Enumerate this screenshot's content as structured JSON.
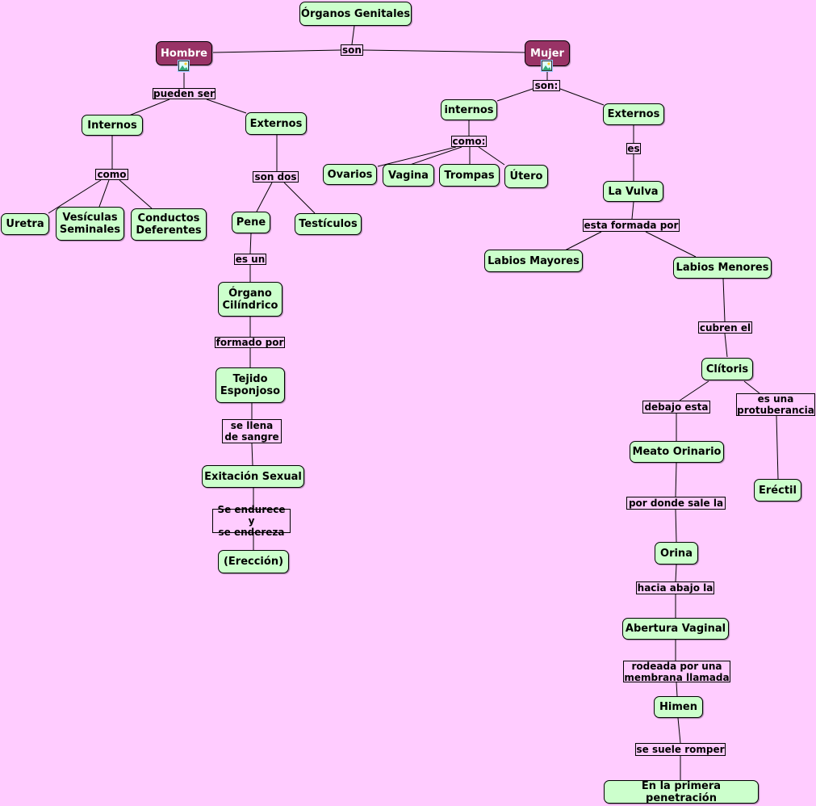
{
  "colors": {
    "background": "#ffccff",
    "node_fill": "#ccffcc",
    "root_node_fill": "#993366",
    "line": "#000000"
  },
  "nodes": {
    "organos": "Órganos Genitales",
    "hombre": "Hombre",
    "mujer": "Mujer",
    "h_internos": "Internos",
    "h_externos": "Externos",
    "uretra": "Uretra",
    "vesiculas": "Vesículas\nSeminales",
    "conductos": "Conductos\nDeferentes",
    "pene": "Pene",
    "testiculos": "Testículos",
    "organo_cil": "Órgano\nCilíndrico",
    "tejido": "Tejido\nEsponjoso",
    "exitacion": "Exitación Sexual",
    "ereccion": "(Erección)",
    "m_internos": "internos",
    "m_externos": "Externos",
    "ovarios": "Ovarios",
    "vagina": "Vagina",
    "trompas": "Trompas",
    "utero": "Útero",
    "vulva": "La Vulva",
    "labios_may": "Labios Mayores",
    "labios_men": "Labios Menores",
    "clitoris": "Clítoris",
    "meato": "Meato Orinario",
    "erectil": "Eréctil",
    "orina": "Orina",
    "abertura": "Abertura Vaginal",
    "himen": "Himen",
    "primera": "En la primera penetración"
  },
  "links": {
    "son": "son",
    "pueden_ser": "pueden ser",
    "son_colon": "son:",
    "como1": "como",
    "son_dos": "son dos",
    "como2": "como:",
    "es": "es",
    "es_un": "es un",
    "esta_formada": "esta formada por",
    "formado_por": "formado por",
    "cubren": "cubren el",
    "se_llena": "se llena\nde sangre",
    "debajo": "debajo esta",
    "protuberancia": "es una\nprotuberancia",
    "se_endurece": "Se endurece y\nse endereza",
    "por_donde": "por donde sale la",
    "hacia_abajo": "hacia abajo la",
    "rodeada": "rodeada por una\nmembrana llamada",
    "se_suele": "se suele romper"
  },
  "icons": {
    "hombre_resource": "image-icon",
    "mujer_resource": "image-icon"
  }
}
